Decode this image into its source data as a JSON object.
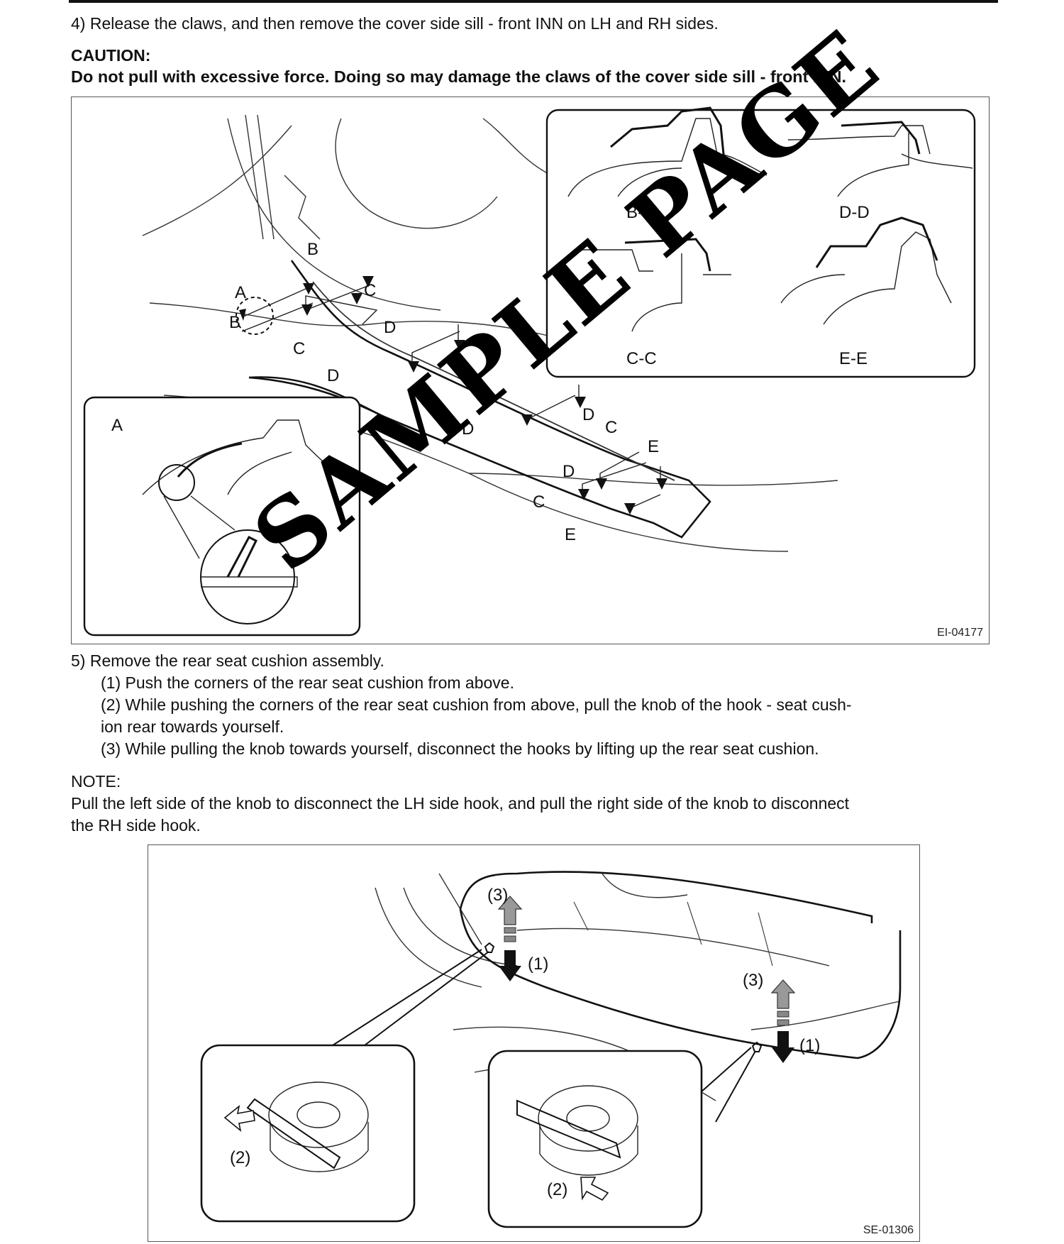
{
  "step4": {
    "text": "4) Release the claws, and then remove the cover side sill - front INN on LH and RH sides.",
    "caution_title": "CAUTION:",
    "caution_text": "Do not pull with excessive force. Doing so may damage the claws of the cover side sill - front INN."
  },
  "figure1": {
    "id": "EI-04177",
    "labels": [
      "A",
      "B",
      "C",
      "D",
      "E"
    ],
    "sections": [
      "B-B",
      "D-D",
      "C-C",
      "E-E"
    ],
    "detail_label": "A"
  },
  "step5": {
    "text": "5) Remove the rear seat cushion assembly.",
    "substeps": [
      "(1) Push the corners of the rear seat cushion from above.",
      "(2) While pushing the corners of the rear seat cushion from above, pull the knob of the hook - seat cush-",
      "ion rear towards yourself.",
      "(3) While pulling the knob towards yourself, disconnect the hooks by lifting up the rear seat cushion."
    ],
    "note_title": "NOTE:",
    "note_lines": [
      "Pull the left side of the knob to disconnect the LH side hook, and pull the right side of the knob to disconnect",
      "the RH side hook."
    ]
  },
  "figure2": {
    "id": "SE-01306",
    "callouts": [
      "(1)",
      "(2)",
      "(3)"
    ]
  },
  "watermark": "SAMPLE PAGE"
}
